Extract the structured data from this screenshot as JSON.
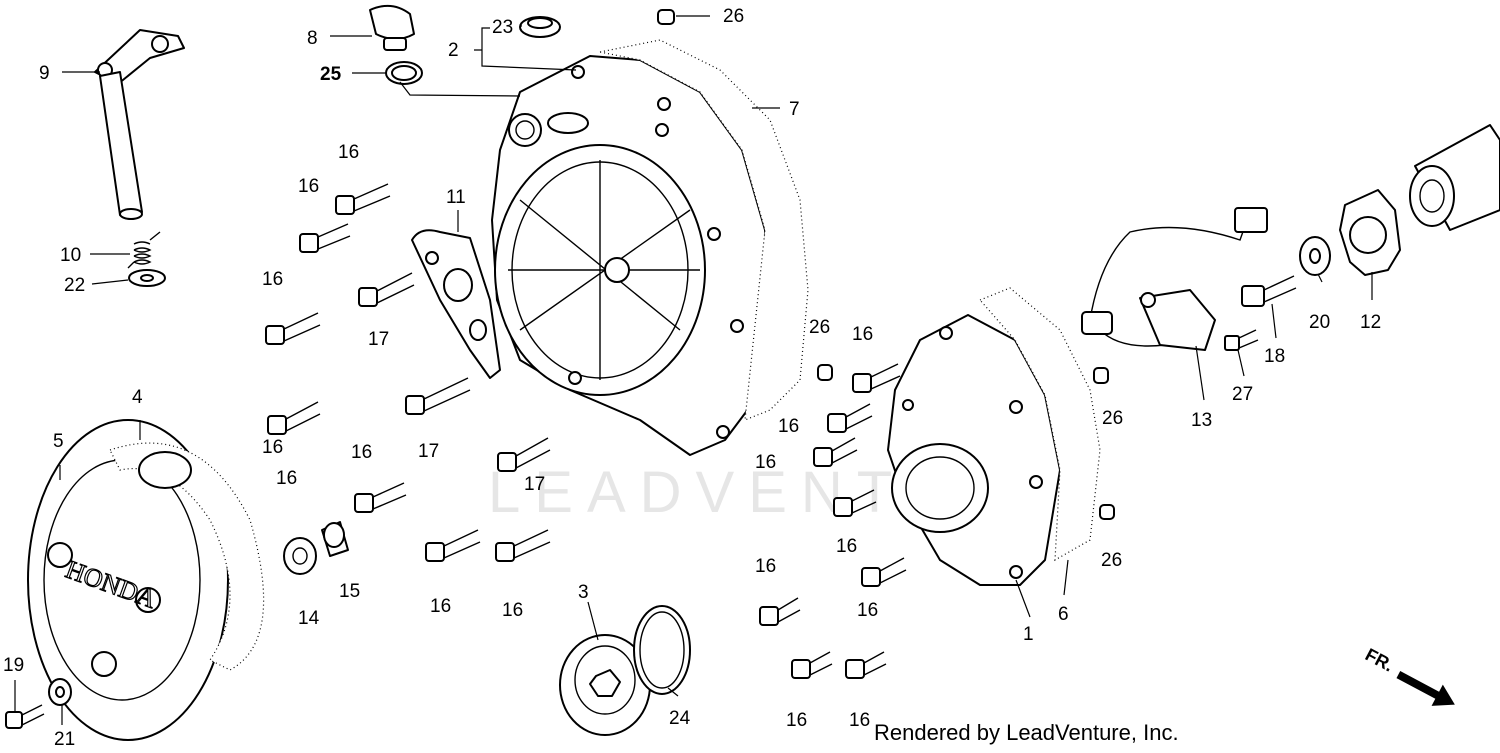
{
  "watermark": "LEADVENTURE",
  "emblem_text": "HONDA",
  "direction_marker": "FR.",
  "credit": "Rendered by LeadVenture, Inc.",
  "callouts": [
    {
      "id": "c1",
      "label": "1"
    },
    {
      "id": "c2",
      "label": "2"
    },
    {
      "id": "c3",
      "label": "3"
    },
    {
      "id": "c4",
      "label": "4"
    },
    {
      "id": "c5",
      "label": "5"
    },
    {
      "id": "c6",
      "label": "6"
    },
    {
      "id": "c7",
      "label": "7"
    },
    {
      "id": "c8",
      "label": "8"
    },
    {
      "id": "c9",
      "label": "9"
    },
    {
      "id": "c10",
      "label": "10"
    },
    {
      "id": "c11",
      "label": "11"
    },
    {
      "id": "c12",
      "label": "12"
    },
    {
      "id": "c13",
      "label": "13"
    },
    {
      "id": "c14",
      "label": "14"
    },
    {
      "id": "c15",
      "label": "15"
    },
    {
      "id": "c16a",
      "label": "16"
    },
    {
      "id": "c16b",
      "label": "16"
    },
    {
      "id": "c16c",
      "label": "16"
    },
    {
      "id": "c16d",
      "label": "16"
    },
    {
      "id": "c16e",
      "label": "16"
    },
    {
      "id": "c16f",
      "label": "16"
    },
    {
      "id": "c16g",
      "label": "16"
    },
    {
      "id": "c16h",
      "label": "16"
    },
    {
      "id": "c16i",
      "label": "16"
    },
    {
      "id": "c16j",
      "label": "16"
    },
    {
      "id": "c16k",
      "label": "16"
    },
    {
      "id": "c16l",
      "label": "16"
    },
    {
      "id": "c16m",
      "label": "16"
    },
    {
      "id": "c16n",
      "label": "16"
    },
    {
      "id": "c16o",
      "label": "16"
    },
    {
      "id": "c16p",
      "label": "16"
    },
    {
      "id": "c16q",
      "label": "16"
    },
    {
      "id": "c17a",
      "label": "17"
    },
    {
      "id": "c17b",
      "label": "17"
    },
    {
      "id": "c17c",
      "label": "17"
    },
    {
      "id": "c18",
      "label": "18"
    },
    {
      "id": "c19",
      "label": "19"
    },
    {
      "id": "c20",
      "label": "20"
    },
    {
      "id": "c21",
      "label": "21"
    },
    {
      "id": "c22",
      "label": "22"
    },
    {
      "id": "c23",
      "label": "23"
    },
    {
      "id": "c24",
      "label": "24"
    },
    {
      "id": "c25",
      "label": "25"
    },
    {
      "id": "c26a",
      "label": "26"
    },
    {
      "id": "c26b",
      "label": "26"
    },
    {
      "id": "c26c",
      "label": "26"
    },
    {
      "id": "c26d",
      "label": "26"
    },
    {
      "id": "c27",
      "label": "27"
    }
  ]
}
